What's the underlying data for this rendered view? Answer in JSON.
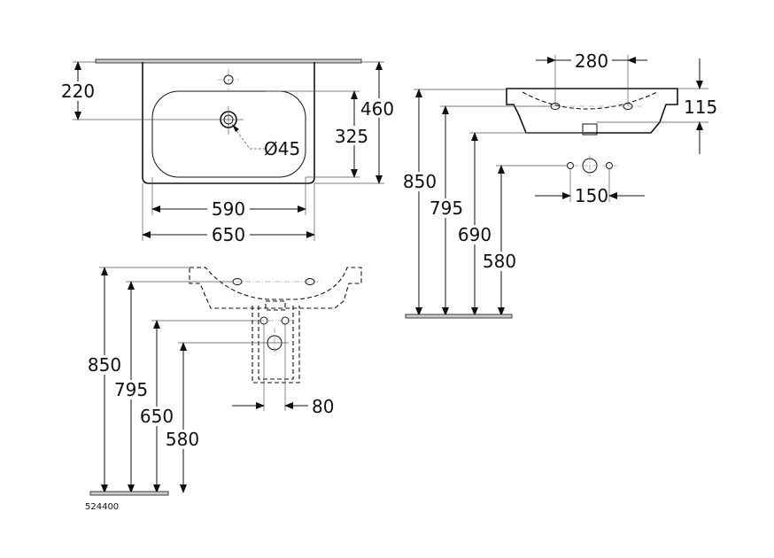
{
  "top_view": {
    "dim_wall_to_drain": "220",
    "dim_depth": "460",
    "dim_bowl_depth": "325",
    "dim_drain_diameter": "Ø45",
    "dim_bowl_width": "590",
    "dim_width": "650"
  },
  "side_view": {
    "dim_hole_spacing": "280",
    "dim_basin_height": "115",
    "dim_top_height": "850",
    "dim_overflow_height": "795",
    "dim_bottom_height": "690",
    "dim_waste_height": "580",
    "dim_supply_spacing": "150"
  },
  "front_view": {
    "dim_top_height": "850",
    "dim_overflow_height": "795",
    "dim_supply_height": "650",
    "dim_waste_height": "580",
    "dim_supply_spacing": "80"
  },
  "drawing_number": "524400"
}
